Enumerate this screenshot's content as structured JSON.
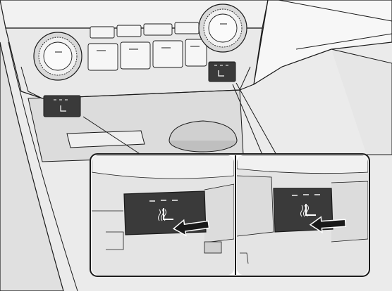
{
  "figure": {
    "corner_mark": "",
    "controls": [
      {
        "name": "left-seat-heater-switch",
        "icon": "seat-heater-icon",
        "indicator_count": 3
      },
      {
        "name": "right-seat-heater-switch",
        "icon": "seat-heater-icon",
        "indicator_count": 3
      }
    ],
    "colors": {
      "panel_dark": "#3a3a3a",
      "dash_light": "#e6e6e6",
      "dash_mid": "#cfcfcf",
      "line": "#1a1a1a",
      "callout_border": "#1a1a1a",
      "arrow_fill": "#1a1a1a",
      "arrow_edge": "#ffffff"
    }
  }
}
